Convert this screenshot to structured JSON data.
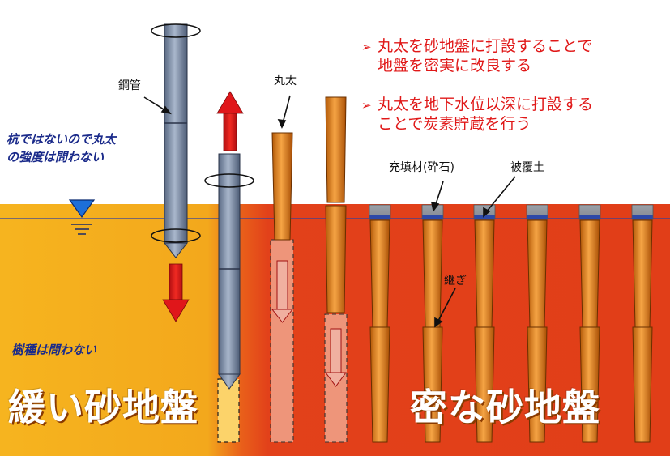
{
  "labels": {
    "steel_pipe": "鋼管",
    "log": "丸太",
    "fill_material": "充填材(砕石)",
    "cover_soil": "被覆土",
    "joint": "継ぎ",
    "note_strength_1": "杭ではないので丸太",
    "note_strength_2": "の強度は問わない",
    "note_species": "樹種は問わない",
    "loose_sand": "緩い砂地盤",
    "dense_sand": "密な砂地盤"
  },
  "bullets": [
    {
      "marker": "➢",
      "line1": "丸太を砂地盤に打設することで",
      "line2": "地盤を密実に改良する"
    },
    {
      "marker": "➢",
      "line1": "丸太を地下水位以深に打設する",
      "line2": "ことで炭素貯蔵を行う"
    }
  ],
  "colors": {
    "loose_ground": "#f5b320",
    "dense_ground": "#e2411a",
    "steel": "#7d8ea6",
    "log": "#e38a1e",
    "arrow": "#e0161a",
    "water_line": "#3040a0",
    "water_symbol": "#1d6fd8"
  }
}
